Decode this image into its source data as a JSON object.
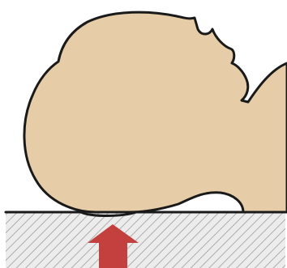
{
  "diagram": {
    "colors": {
      "skin": "#e6cda8",
      "outline": "#1a1a1a",
      "surface_fill": "#ececec",
      "hatch": "#9e9e9e",
      "arrow": "#c4403f",
      "background": "#ffffff"
    },
    "elements": {
      "head": "infant-head-side-profile",
      "surface": "hatched-flat-surface",
      "arrow": "upward-pressure-arrow"
    }
  }
}
